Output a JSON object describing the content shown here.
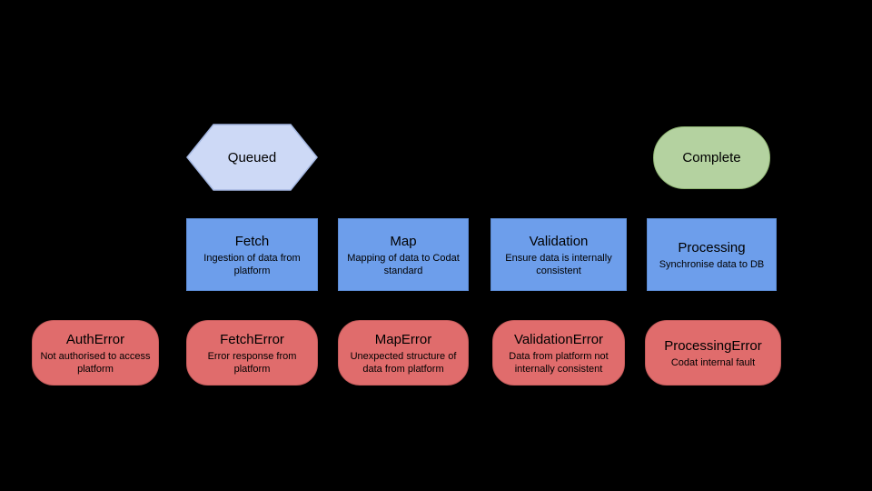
{
  "diagram": {
    "background": "#000000",
    "text_color": "#000000"
  },
  "colors": {
    "queued_fill": "#cdd9f6",
    "queued_border": "#a3b6e0",
    "complete_fill": "#b4d2a0",
    "complete_border": "#8fb573",
    "stage_fill": "#6d9eeb",
    "stage_border": "#5b8ad2",
    "error_fill": "#e06c6c",
    "error_border": "#c45b5b"
  },
  "states": {
    "queued": {
      "label": "Queued",
      "shape": "hexagon"
    },
    "complete": {
      "label": "Complete",
      "shape": "stadium"
    }
  },
  "stages": [
    {
      "title": "Fetch",
      "subtitle": "Ingestion of data from platform"
    },
    {
      "title": "Map",
      "subtitle": "Mapping of data to Codat standard"
    },
    {
      "title": "Validation",
      "subtitle": "Ensure data is internally consistent"
    },
    {
      "title": "Processing",
      "subtitle": "Synchronise data to DB"
    }
  ],
  "errors": [
    {
      "title": "AuthError",
      "subtitle": "Not authorised to access platform"
    },
    {
      "title": "FetchError",
      "subtitle": "Error response from platform"
    },
    {
      "title": "MapError",
      "subtitle": "Unexpected structure of data from platform"
    },
    {
      "title": "ValidationError",
      "subtitle": "Data from platform not internally consistent"
    },
    {
      "title": "ProcessingError",
      "subtitle": "Codat internal fault"
    }
  ]
}
